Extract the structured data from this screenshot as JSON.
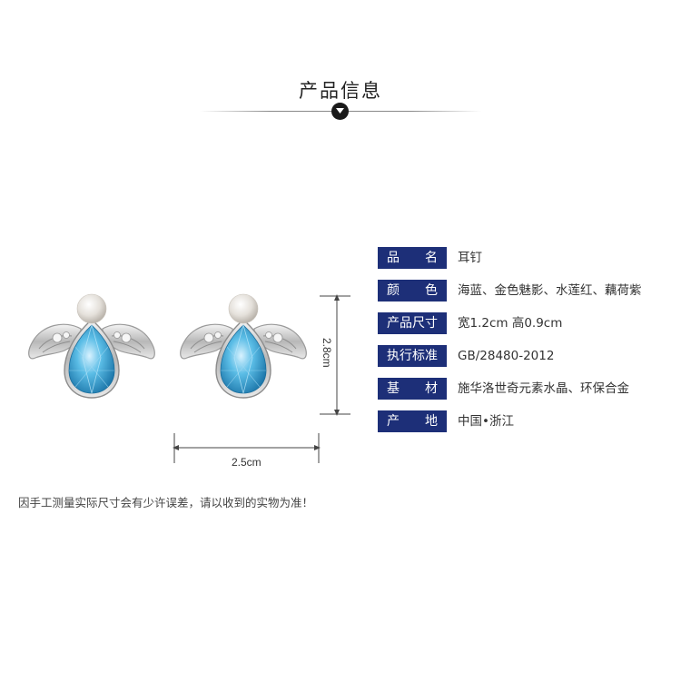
{
  "section_title": "产品信息",
  "icons": {
    "title_marker": "chevron-down-icon"
  },
  "dimensions": {
    "width": "2.5cm",
    "height": "2.8cm"
  },
  "specs": [
    {
      "label_chars": [
        "品",
        "名"
      ],
      "value": "耳钉"
    },
    {
      "label_chars": [
        "颜",
        "色"
      ],
      "value": "海蓝、金色魅影、水莲红、藕荷紫"
    },
    {
      "label_full": "产品尺寸",
      "value": "宽1.2cm 高0.9cm"
    },
    {
      "label_full": "执行标准",
      "value": "GB/28480-2012"
    },
    {
      "label_chars": [
        "基",
        "材"
      ],
      "value": "施华洛世奇元素水晶、环保合金"
    },
    {
      "label_chars": [
        "产",
        "地"
      ],
      "value": "中国•浙江"
    }
  ],
  "note": "因手工测量实际尺寸会有少许误差，请以收到的实物为准！",
  "colors": {
    "label_bg": "#1d2f78",
    "crystal": "#3aa6d6"
  }
}
